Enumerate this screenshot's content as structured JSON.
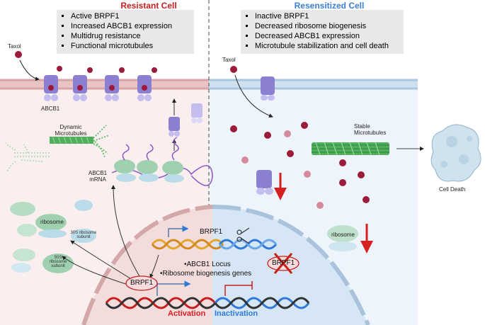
{
  "colors": {
    "resistant_title": "#c81e1e",
    "resensitized_title": "#3b7fd4",
    "activation": "#d42020",
    "inactivation": "#2f7ad6",
    "taxol": "#9c1a3a",
    "pump": "#8a7fd0",
    "microtubule": "#4fae5a"
  },
  "resistant": {
    "title": "Resistant Cell",
    "bullets": [
      "Active BRPF1",
      "Increased ABCB1 expression",
      "Multidrug resistance",
      "Functional microtubules"
    ]
  },
  "resensitized": {
    "title": "Resensitized Cell",
    "bullets": [
      "Inactive BRPF1",
      "Decreased ribosome biogenesis",
      "Decreased ABCB1 expression",
      "Microtubule stabilization and cell death"
    ]
  },
  "labels": {
    "taxol_left": "Taxol",
    "taxol_right": "Taxol",
    "abcb1": "ABCB1",
    "dynamic_mt_1": "Dynamic",
    "dynamic_mt_2": "Microtubules",
    "abcb1_mrna_1": "ABCB1",
    "abcb1_mrna_2": "mRNA",
    "ribosome_left": "ribosome",
    "s30_1": "30S ribosome",
    "s30_2": "subunit",
    "s50_1": "50S",
    "s50_2": "ribosome",
    "s50_3": "subunit",
    "stable_mt_1": "Stable",
    "stable_mt_2": "Microtubules",
    "cell_death": "Cell Death",
    "ribosome_right": "ribosome",
    "brpf1_dna": "BRPF1",
    "brpf1_protein": "BRPF1",
    "brpf1_crossed": "BRPF1",
    "locus_1": "•ABCB1 Locus",
    "locus_2": "•Ribosome  biogenesis genes",
    "activation": "Activation",
    "inactivation": "Inactivation"
  }
}
